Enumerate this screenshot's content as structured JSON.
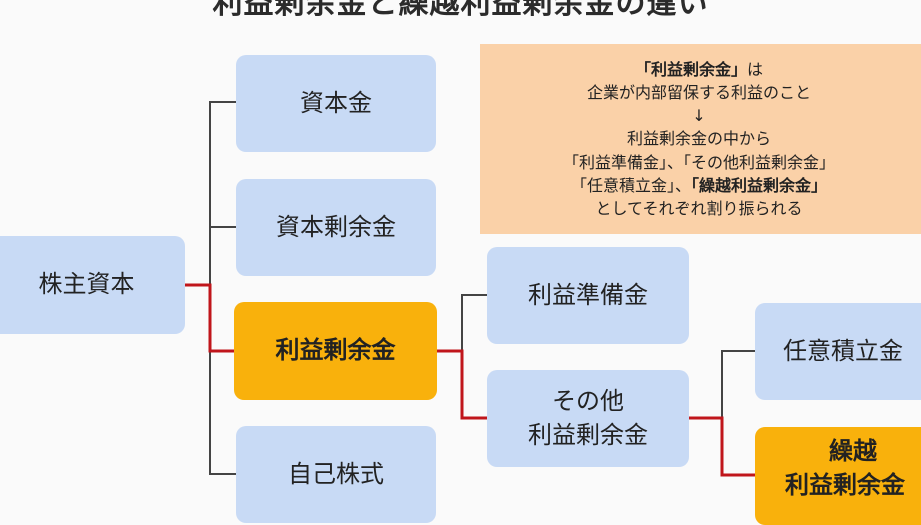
{
  "title": "利益剰余金と繰越利益剰余金の違い",
  "nodes": {
    "root": "株主資本",
    "capital": "資本金",
    "capital_surplus": "資本剰余金",
    "retained_earnings": "利益剰余金",
    "treasury_stock": "自己株式",
    "legal_reserve": "利益準備金",
    "other_retained_line1": "その他",
    "other_retained_line2": "利益剰余金",
    "voluntary_reserve": "任意積立金",
    "carried_forward_line1": "繰越",
    "carried_forward_line2": "利益剰余金"
  },
  "note": {
    "line1_bold": "「利益剰余金」",
    "line1_rest": "は",
    "line2": "企業が内部留保する利益のこと",
    "arrow": "↓",
    "line4": "利益剰余金の中から",
    "line5": "「利益準備金」、「その他利益剰余金」",
    "line6_a": "「任意積立金」、",
    "line6_bold": "「繰越利益剰余金」",
    "line7": "としてそれぞれ割り振られる"
  },
  "colors": {
    "box_blue": "#c8daf5",
    "box_highlight": "#f9b10c",
    "note_bg": "#fad1a8",
    "connector_gray": "#444444",
    "connector_red": "#c0151b"
  }
}
